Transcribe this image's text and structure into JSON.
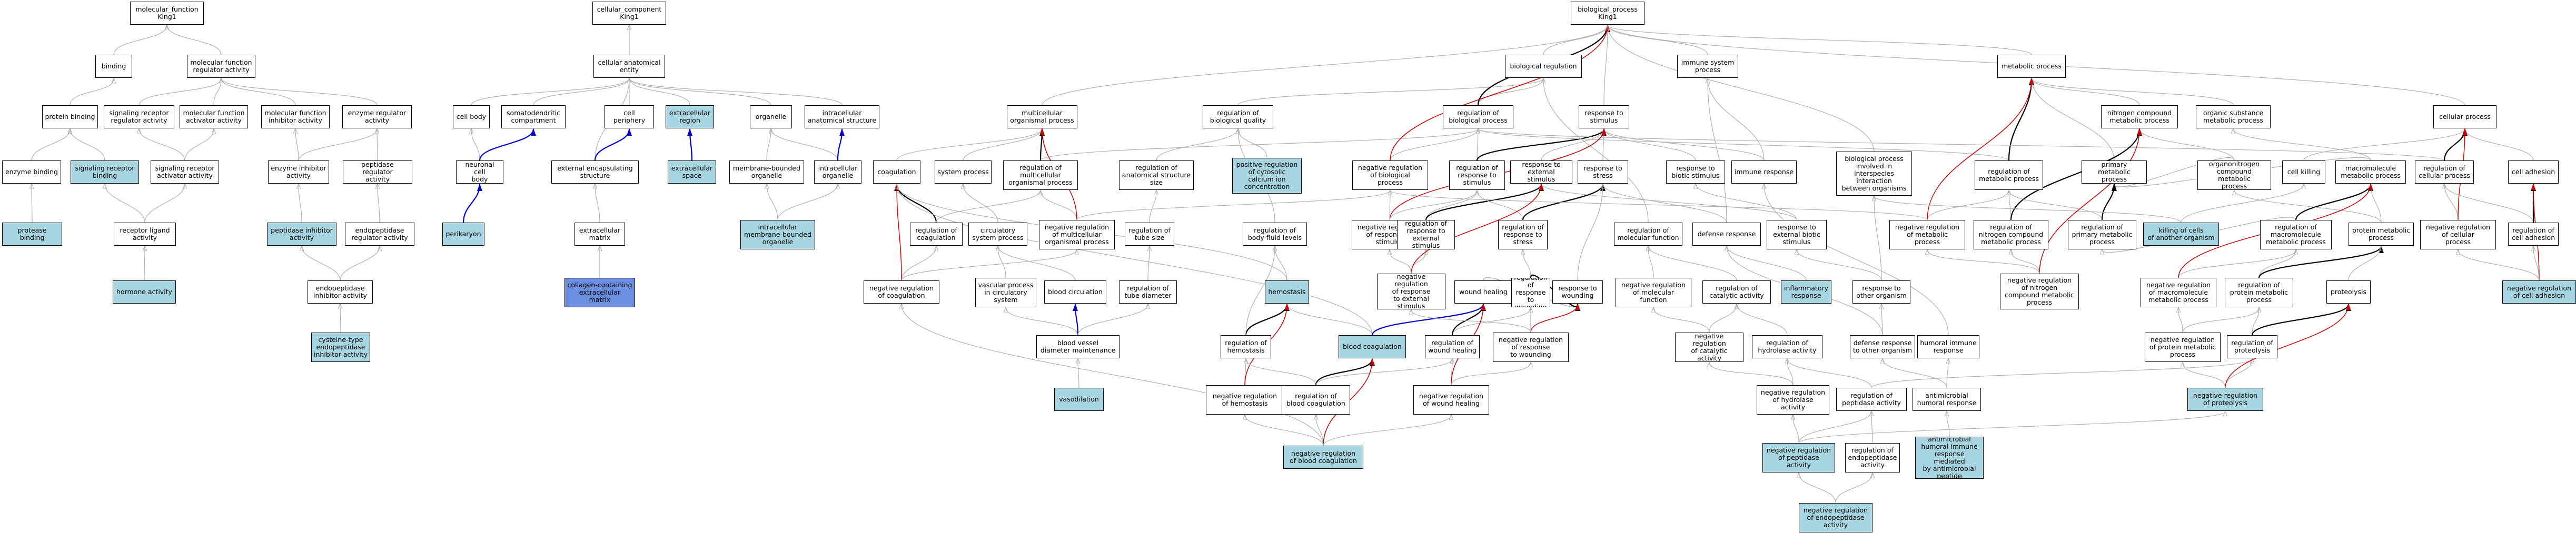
{
  "colors": {
    "node_fill": "#ffffff",
    "highlight_fill": "#a8d5e2",
    "dark_fill": "#6a8fe0",
    "is_a_edge": "#b0b0b0",
    "part_of_edge": "#000000",
    "regulates_edge": "#cc0000",
    "positively_regulates_edge": "#0000cc"
  },
  "nodes": {
    "molecular_function": "molecular_function\nKing1",
    "cellular_component": "cellular_component\nKing1",
    "biological_process": "biological_process\nKing1",
    "binding": "binding",
    "mf_regulator": "molecular function\nregulator activity",
    "cellular_anatomical_entity": "cellular anatomical\nentity",
    "biological_regulation": "biological regulation",
    "immune_system_process": "immune system\nprocess",
    "metabolic_process": "metabolic process",
    "protein_binding": "protein binding",
    "sig_rec_reg": "signaling receptor\nregulator activity",
    "mf_activator": "molecular function\nactivator activity",
    "mf_inhibitor": "molecular function\ninhibitor activity",
    "enzyme_regulator": "enzyme regulator\nactivity",
    "cell_body": "cell body",
    "somatodendritic": "somatodendritic\ncompartment",
    "cell_periphery": "cell periphery",
    "extracellular_region": "extracellular\nregion",
    "organelle": "organelle",
    "intracellular_anatomical": "intracellular\nanatomical structure",
    "multicellular_organismal_process": "multicellular\norganismal process",
    "regulation_bio_quality": "regulation of\nbiological quality",
    "regulation_bio_process": "regulation of\nbiological process",
    "response_to_stimulus": "response to\nstimulus",
    "nitrogen_compound_metabolic": "nitrogen compound\nmetabolic process",
    "organic_substance_metabolic": "organic substance\nmetabolic process",
    "cellular_process": "cellular process",
    "enzyme_binding": "enzyme binding",
    "signaling_receptor_binding": "signaling receptor\nbinding",
    "sig_rec_activator": "signaling receptor\nactivator activity",
    "enzyme_inhibitor": "enzyme inhibitor\nactivity",
    "peptidase_regulator": "peptidase regulator\nactivity",
    "neuronal_cell_body": "neuronal cell\nbody",
    "external_encapsulating": "external encapsulating\nstructure",
    "extracellular_space": "extracellular\nspace",
    "membrane_bounded_organelle": "membrane-bounded\norganelle",
    "intracellular_organelle": "intracellular\norganelle",
    "coagulation": "coagulation",
    "system_process": "system process",
    "regulation_multicellular": "regulation of\nmulticellular\norganismal process",
    "regulation_anatomical_size": "regulation of\nanatomical structure\nsize",
    "pos_reg_calcium": "positive regulation\nof cytosolic\ncalcium ion\nconcentration",
    "neg_reg_bio_process": "negative regulation\nof biological\nprocess",
    "regulation_response_stimulus": "regulation of\nresponse to\nstimulus",
    "response_external_stimulus": "response to\nexternal stimulus",
    "response_to_stress": "response to\nstress",
    "response_biotic": "response to\nbiotic stimulus",
    "immune_response": "immune response",
    "bio_process_interspecies": "biological process\ninvolved in\ninterspecies\ninteraction\nbetween organisms",
    "regulation_metabolic": "regulation of\nmetabolic process",
    "primary_metabolic": "primary metabolic\nprocess",
    "organonitrogen": "organonitrogen\ncompound metabolic\nprocess",
    "cell_killing": "cell killing",
    "macromolecule_metabolic": "macromolecule\nmetabolic process",
    "regulation_cellular_process": "regulation of\ncellular process",
    "cell_adhesion": "cell adhesion",
    "protease_binding": "protease binding",
    "receptor_ligand": "receptor ligand\nactivity",
    "peptidase_inhibitor": "peptidase inhibitor\nactivity",
    "endopeptidase_regulator": "endopeptidase\nregulator activity",
    "perikaryon": "perikaryon",
    "extracellular_matrix": "extracellular\nmatrix",
    "intracellular_membrane_organelle": "intracellular\nmembrane-bounded\norganelle",
    "regulation_coagulation": "regulation of\ncoagulation",
    "circulatory_system": "circulatory\nsystem process",
    "neg_reg_multicellular": "negative regulation\nof multicellular\norganismal process",
    "regulation_tube_size": "regulation of\ntube size",
    "regulation_body_fluid": "regulation of\nbody fluid levels",
    "neg_reg_response_stimulus": "negative regulation\nof response to\nstimulus",
    "regulation_response_external": "regulation of\nresponse to\nexternal stimulus",
    "regulation_response_stress": "regulation of\nresponse to\nstress",
    "regulation_molecular_function": "regulation of\nmolecular function",
    "defense_response": "defense response",
    "response_external_biotic": "response to\nexternal biotic\nstimulus",
    "neg_reg_metabolic": "negative regulation\nof metabolic\nprocess",
    "regulation_nitrogen_metabolic": "regulation of\nnitrogen compound\nmetabolic process",
    "regulation_primary_metabolic": "regulation of\nprimary metabolic\nprocess",
    "killing_other_organism": "killing of cells\nof another organism",
    "regulation_macromolecule_metabolic": "regulation of\nmacromolecule\nmetabolic process",
    "protein_metabolic": "protein metabolic\nprocess",
    "neg_reg_cellular_process": "negative regulation\nof cellular\nprocess",
    "regulation_cell_adhesion": "regulation of\ncell adhesion",
    "hormone_activity": "hormone activity",
    "endopeptidase_inhibitor": "endopeptidase\ninhibitor activity",
    "collagen_matrix": "collagen-containing\nextracellular\nmatrix",
    "neg_reg_coagulation": "negative regulation\nof coagulation",
    "vascular_process": "vascular process\nin circulatory\nsystem",
    "blood_circulation": "blood circulation",
    "regulation_tube_diameter": "regulation of\ntube diameter",
    "hemostasis": "hemostasis",
    "neg_reg_response_external": "negative regulation\nof response\nto external\nstimulus",
    "wound_healing": "wound healing",
    "response_to_wounding": "response to\nwounding",
    "regulation_response_wounding": "regulation of\nresponse to\nwounding",
    "neg_reg_molecular_function": "negative regulation\nof molecular\nfunction",
    "regulation_catalytic": "regulation of\ncatalytic activity",
    "inflammatory_response": "inflammatory\nresponse",
    "response_other_organism": "response to\nother organism",
    "neg_reg_nitrogen_metabolic": "negative regulation\nof nitrogen\ncompound metabolic\nprocess",
    "neg_reg_macromolecule_metabolic": "negative regulation\nof macromolecule\nmetabolic process",
    "regulation_protein_metabolic": "regulation of\nprotein metabolic\nprocess",
    "proteolysis": "proteolysis",
    "neg_reg_cell_adhesion": "negative regulation\nof cell adhesion",
    "cysteine_endopeptidase_inhibitor": "cysteine-type\nendopeptidase\ninhibitor activity",
    "blood_vessel_diameter": "blood vessel\ndiameter maintenance",
    "regulation_hemostasis": "regulation of\nhemostasis",
    "blood_coagulation": "blood coagulation",
    "regulation_wound_healing": "regulation of\nwound healing",
    "neg_reg_response_wounding": "negative regulation\nof response\nto wounding",
    "neg_reg_catalytic": "negative regulation\nof catalytic\nactivity",
    "regulation_hydrolase": "regulation of\nhydrolase activity",
    "defense_response_other": "defense response\nto other organism",
    "humoral_immune": "humoral immune\nresponse",
    "neg_reg_protein_metabolic": "negative regulation\nof protein metabolic\nprocess",
    "regulation_proteolysis": "regulation of\nproteolysis",
    "vasodilation": "vasodilation",
    "neg_reg_hemostasis": "negative regulation\nof hemostasis",
    "regulation_blood_coagulation": "regulation of\nblood coagulation",
    "neg_reg_wound_healing": "negative regulation\nof wound healing",
    "neg_reg_hydrolase": "negative regulation\nof hydrolase\nactivity",
    "regulation_peptidase": "regulation of\npeptidase activity",
    "antimicrobial_humoral": "antimicrobial\nhumoral response",
    "neg_reg_proteolysis": "negative regulation\nof proteolysis",
    "neg_reg_blood_coagulation": "negative regulation\nof blood coagulation",
    "neg_reg_peptidase": "negative regulation\nof peptidase\nactivity",
    "regulation_endopeptidase": "regulation of\nendopeptidase\nactivity",
    "antimicrobial_peptide": "antimicrobial\nhumoral immune\nresponse mediated\nby antimicrobial\npeptide",
    "neg_reg_endopeptidase": "negative regulation\nof endopeptidase\nactivity"
  }
}
